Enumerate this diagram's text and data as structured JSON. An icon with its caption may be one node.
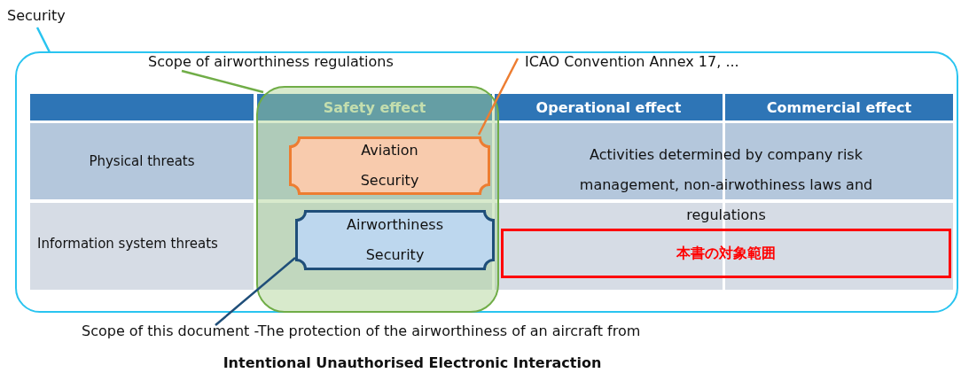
{
  "diagram": {
    "nodes": [
      {
        "text": [
          "Security"
        ]
      },
      {
        "text": [],
        "shape": "box"
      },
      {
        "text": [
          "Scope of airworthiness regulations"
        ],
        "in": 1
      },
      {
        "text": [],
        "shape": "box",
        "in": 1
      },
      {
        "text": [
          "ICAO Convention Annex 17, ..."
        ],
        "in": 1
      },
      {
        "text": [
          "Aviation Security"
        ],
        "in": 3
      },
      {
        "text": [
          "Airworthiness Security"
        ],
        "in": 3
      },
      {
        "text": [
          "Scope of this document -The protection of the airworthiness of an aircraft from",
          "Intentional Unauthorised Electronic Interaction"
        ]
      },
      {
        "text": [
          "本書の対象範囲"
        ],
        "in": 1
      }
    ],
    "edges": [
      {
        "from": 0,
        "to": 1,
        "arrow": "none",
        "color": "#29c4f0"
      },
      {
        "from": 2,
        "to": 3,
        "arrow": "none",
        "color": "#70ad47"
      },
      {
        "from": 4,
        "to": 5,
        "arrow": "none",
        "color": "#ed7d31"
      },
      {
        "from": 7,
        "to": 6,
        "arrow": "none",
        "color": "#1f4e79"
      }
    ],
    "labels": [
      "Safety effect",
      "Operational effect",
      "Commercial effect",
      "Physical threats",
      "Activities determined by company risk management, non-airwothiness laws and regulations",
      "Information system threats"
    ]
  }
}
